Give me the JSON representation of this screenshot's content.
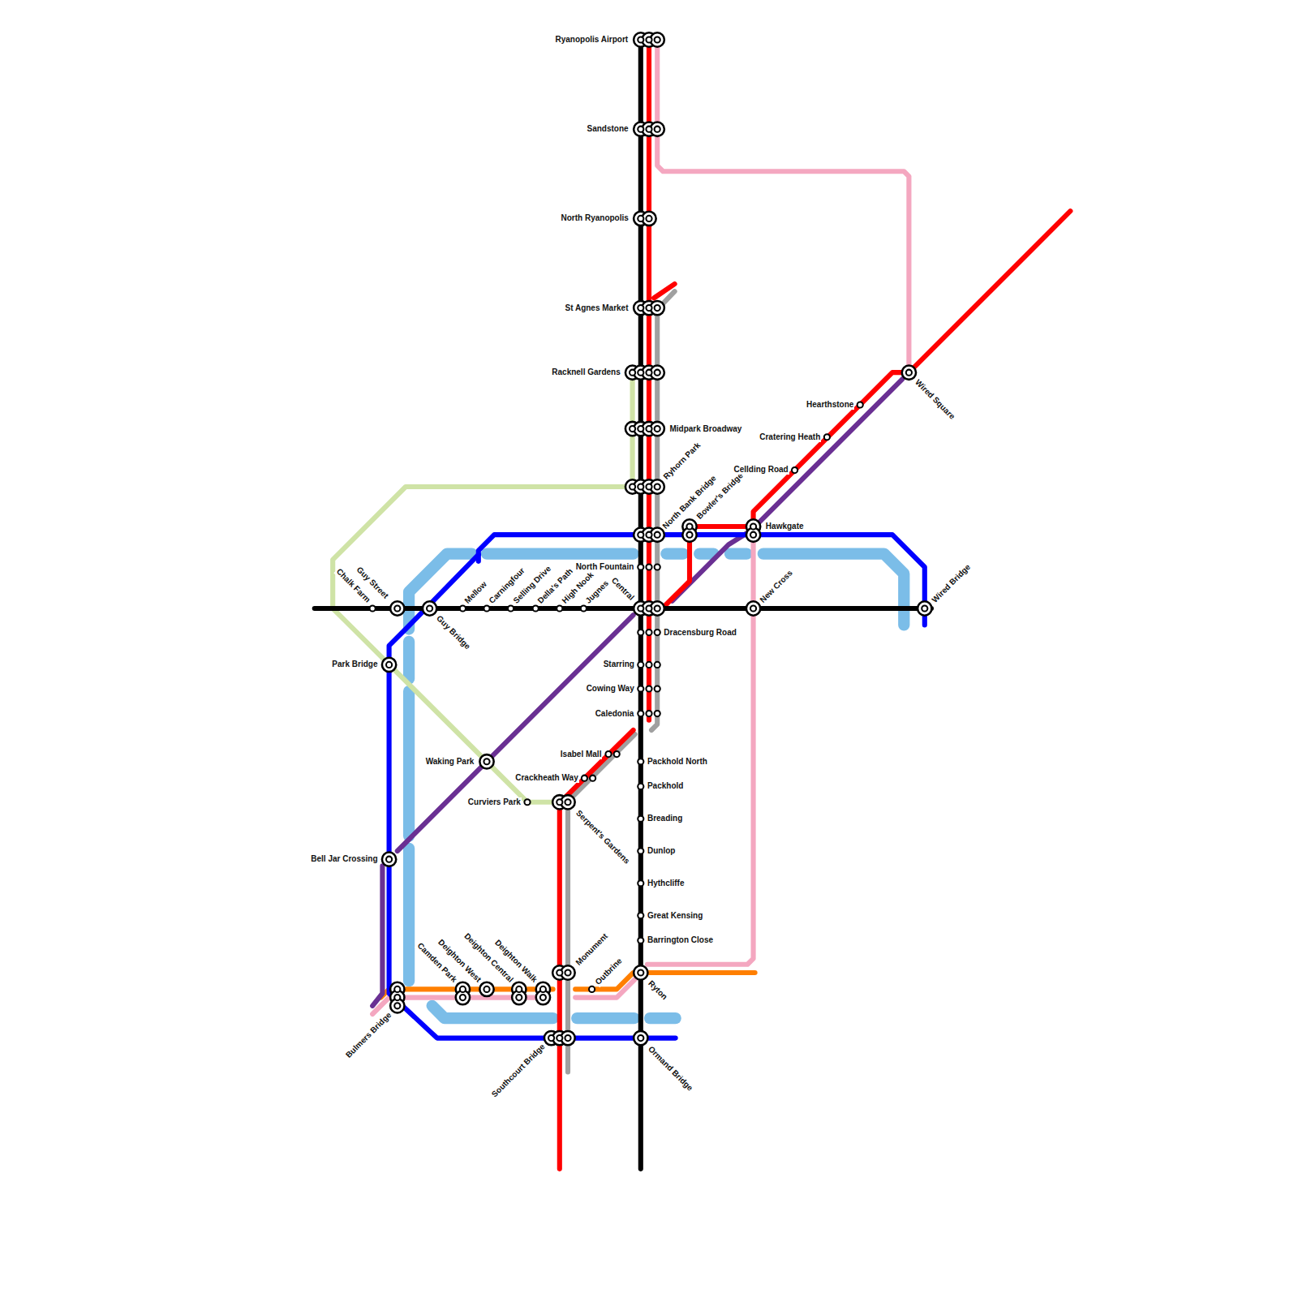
{
  "diagram": {
    "labels": [
      "Ryanopolis Airport",
      "Sandstone",
      "North Ryanopolis",
      "St Agnes Market",
      "Racknell Gardens",
      "Midpark Broadway",
      "Ryhorn Park",
      "North Bank Bridge",
      "Bowler's Bridge",
      "Hawkgate",
      "Chalk Farm",
      "Guy Street",
      "Guy Bridge",
      "Mellow",
      "Carningfour",
      "Selling Drive",
      "Della's Path",
      "High Nook",
      "Jugnes",
      "Central",
      "North Fountain",
      "New Cross",
      "Wired Bridge",
      "Dracensburg Road",
      "Starring",
      "Cowing Way",
      "Caledonia",
      "Hearthstone",
      "Cratering Heath",
      "Cellding Road",
      "Wired Square",
      "Park Bridge",
      "Waking Park",
      "Isabel Mall",
      "Crackheath Way",
      "Curviers Park",
      "Serpent's Gardens",
      "Packhold North",
      "Packhold",
      "Breading",
      "Dunlop",
      "Hythcliffe",
      "Great Kensing",
      "Barrington Close",
      "Bell Jar Crossing",
      "Monument",
      "Outbrine",
      "Ryton",
      "Ormand Bridge",
      "Southcourt Bridge",
      "Bulmers Bridge",
      "Camden Park",
      "Deighton West",
      "Deighton Central",
      "Deighton Walk"
    ]
  }
}
